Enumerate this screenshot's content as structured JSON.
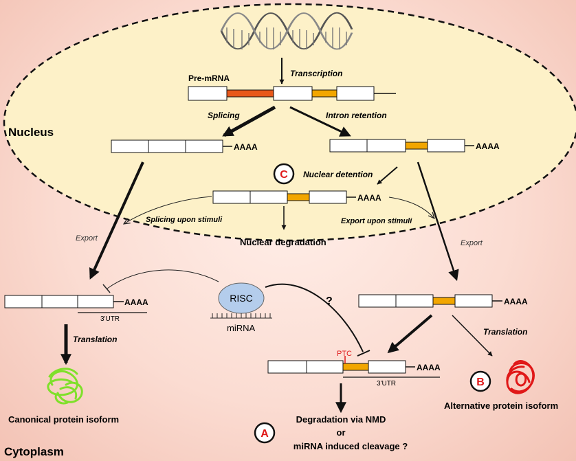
{
  "compartments": {
    "nucleus": "Nucleus",
    "cytoplasm": "Cytoplasm"
  },
  "processes": {
    "transcription": "Transcription",
    "splicing": "Splicing",
    "intron_retention": "Intron retention",
    "nuclear_detention": "Nuclear detention",
    "splicing_upon_stimuli": "Splicing upon stimuli",
    "export_upon_stimuli": "Export upon stimuli",
    "nuclear_degradation": "Nuclear degradation",
    "export_left": "Export",
    "export_right": "Export",
    "translation_left": "Translation",
    "translation_right": "Translation"
  },
  "molecules": {
    "pre_mrna": "Pre-mRNA",
    "poly_a": "AAAA",
    "utr_left": "3'UTR",
    "utr_bottom": "3'UTR",
    "risc": "RISC",
    "mirna": "miRNA",
    "ptc": "PTC",
    "question_mark": "?"
  },
  "outcomes": {
    "canonical": "Canonical protein isoform",
    "alternative": "Alternative protein isoform",
    "degradation_line1": "Degradation via NMD",
    "degradation_line2": "or",
    "degradation_line3": "miRNA induced cleavage ?"
  },
  "markers": {
    "a": "A",
    "b": "B",
    "c": "C"
  },
  "colors": {
    "exon": "#ffffff",
    "intron_spliced": "#e8581a",
    "intron_retained": "#f2a600",
    "nucleus_fill": "#fdf1c8",
    "risc_fill": "#b4cdec",
    "marker_red": "#e01818",
    "green_protein": "#7fe02a",
    "red_protein": "#e01818"
  }
}
